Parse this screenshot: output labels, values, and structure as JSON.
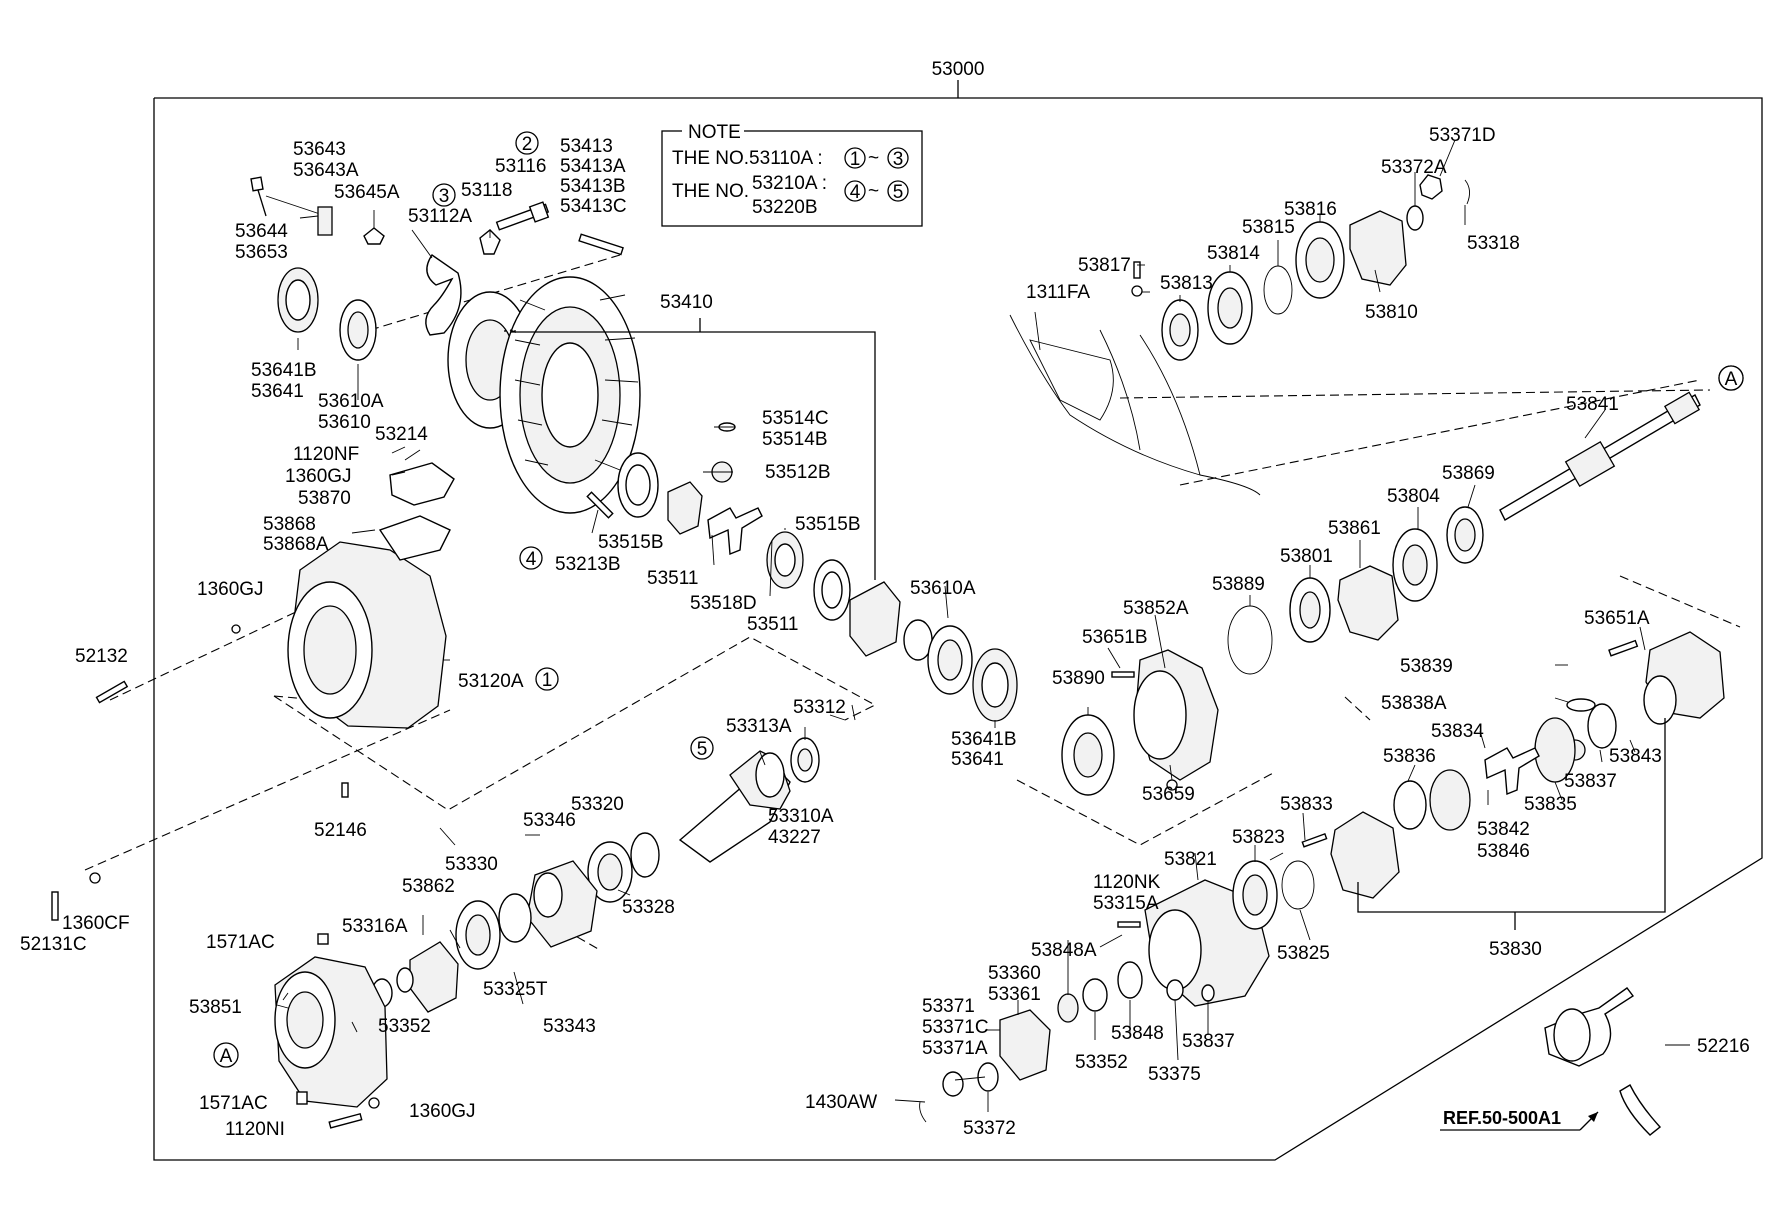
{
  "assembly": {
    "number": "53000"
  },
  "note": {
    "title": "NOTE",
    "line1_prefix": "THE NO.53110A :",
    "line1_range_start": "1",
    "line1_tilde": "~",
    "line1_range_end": "3",
    "line2_prefix": "THE NO.",
    "line2_part_a": "53210A :",
    "line2_part_b": "53220B",
    "line2_range_start": "4",
    "line2_tilde": "~",
    "line2_range_end": "5"
  },
  "callouts": {
    "c1": "1",
    "c2": "2",
    "c3": "3",
    "c4": "4",
    "c5": "5",
    "refA": "A"
  },
  "labels": {
    "p53643": "53643",
    "p53643A": "53643A",
    "p53645A": "53645A",
    "p53644": "53644",
    "p53653": "53653",
    "p53118": "53118",
    "p53112A": "53112A",
    "p53116": "53116",
    "p53413": "53413",
    "p53413A": "53413A",
    "p53413B": "53413B",
    "p53413C": "53413C",
    "p53641B_a": "53641B",
    "p53641_a": "53641",
    "p53610A_a": "53610A",
    "p53610": "53610",
    "p53214": "53214",
    "p53410": "53410",
    "p1120NF": "1120NF",
    "p1360GJ_a": "1360GJ",
    "p53870": "53870",
    "p53868": "53868",
    "p53868A": "53868A",
    "p53514C": "53514C",
    "p53514B": "53514B",
    "p53512B": "53512B",
    "p53515B_a": "53515B",
    "p53515B_b": "53515B",
    "p53213B": "53213B",
    "p53511_a": "53511",
    "p53518D": "53518D",
    "p53511_b": "53511",
    "p1360GJ_b": "1360GJ",
    "p52132": "52132",
    "p53120A": "53120A",
    "p52146": "52146",
    "p52131C": "52131C",
    "p1360CF": "1360CF",
    "p53312": "53312",
    "p53313A": "53313A",
    "p53310A": "53310A",
    "p43227": "43227",
    "p53320": "53320",
    "p53346": "53346",
    "p53328": "53328",
    "p53330": "53330",
    "p53862": "53862",
    "p53316A": "53316A",
    "p1571AC_a": "1571AC",
    "p53851": "53851",
    "p53352_a": "53352",
    "p53325T": "53325T",
    "p53343": "53343",
    "p1571AC_b": "1571AC",
    "p1360GJ_c": "1360GJ",
    "p1120NI": "1120NI",
    "p53610A_b": "53610A",
    "p53641B_b": "53641B",
    "p53641_b": "53641",
    "p53817": "53817",
    "p1311FA": "1311FA",
    "p53813": "53813",
    "p53814": "53814",
    "p53815": "53815",
    "p53816": "53816",
    "p53810": "53810",
    "p53372A": "53372A",
    "p53371D": "53371D",
    "p53318": "53318",
    "p53841": "53841",
    "p53869": "53869",
    "p53804": "53804",
    "p53861": "53861",
    "p53801": "53801",
    "p53889": "53889",
    "p53852A": "53852A",
    "p53651B": "53651B",
    "p53890": "53890",
    "p53659": "53659",
    "p53651A": "53651A",
    "p53839": "53839",
    "p53838A": "53838A",
    "p53834": "53834",
    "p53836": "53836",
    "p53843": "53843",
    "p53837_a": "53837",
    "p53835": "53835",
    "p53842": "53842",
    "p53846": "53846",
    "p53833": "53833",
    "p53821": "53821",
    "p53823": "53823",
    "p1120NK": "1120NK",
    "p53315A": "53315A",
    "p53825": "53825",
    "p53830": "53830",
    "p53848A": "53848A",
    "p53360": "53360",
    "p53361": "53361",
    "p53371": "53371",
    "p53371C": "53371C",
    "p53371A": "53371A",
    "p53352_b": "53352",
    "p53848": "53848",
    "p53375": "53375",
    "p53837_b": "53837",
    "p1430AW": "1430AW",
    "p53372": "53372",
    "p52216": "52216",
    "ref": "REF.50-500A1"
  }
}
